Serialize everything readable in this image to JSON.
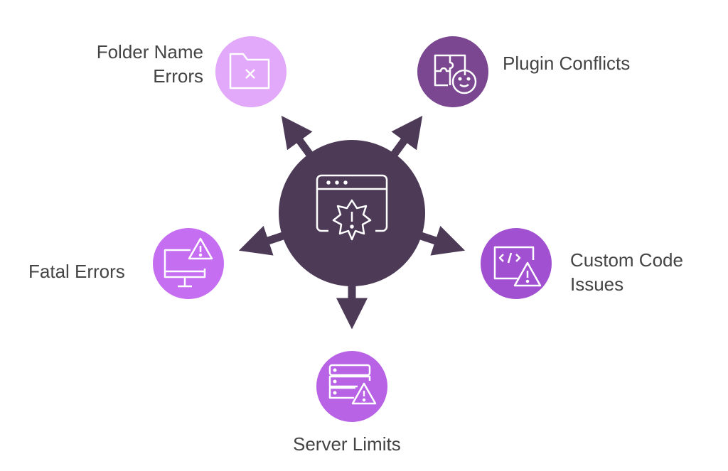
{
  "colors": {
    "center": "#4d3a57",
    "arrow": "#4d3a57",
    "folder_name_errors": "#e2a8f9",
    "plugin_conflicts": "#7a4790",
    "fatal_errors": "#c66ef2",
    "custom_code_issues": "#a050d0",
    "server_limits": "#b862e6",
    "text": "#444444"
  },
  "center": {
    "icon": "browser-window-alert-icon"
  },
  "nodes": {
    "folder_name_errors": {
      "line1": "Folder Name",
      "line2": "Errors",
      "icon": "folder-x-icon"
    },
    "plugin_conflicts": {
      "label": "Plugin Conflicts",
      "icon": "puzzle-face-icon"
    },
    "fatal_errors": {
      "label": "Fatal Errors",
      "icon": "monitor-warning-icon"
    },
    "custom_code_issues": {
      "line1": "Custom Code",
      "line2": "Issues",
      "icon": "code-window-warning-icon"
    },
    "server_limits": {
      "label": "Server Limits",
      "icon": "server-warning-icon"
    }
  }
}
